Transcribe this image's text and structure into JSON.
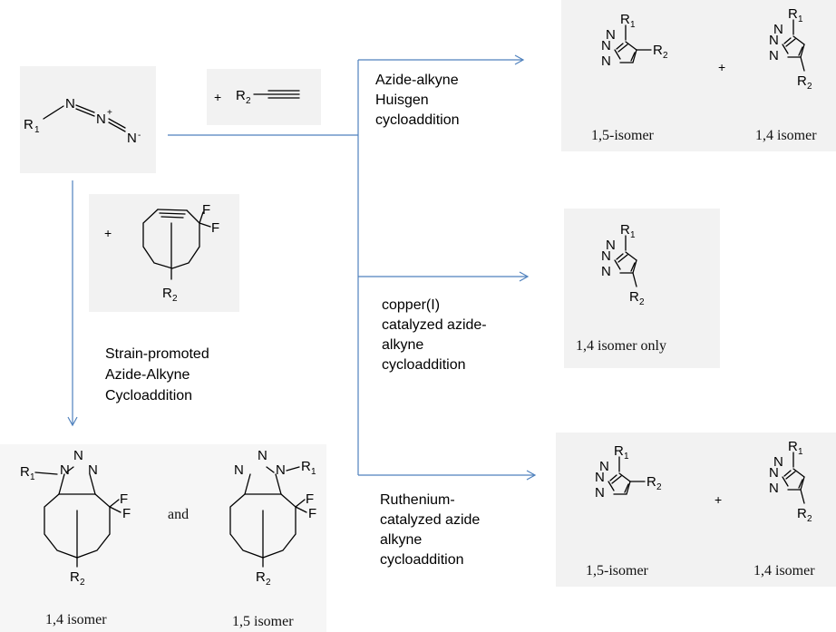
{
  "reagents": {
    "azide_sub": "1",
    "alkyne_sub": "2",
    "cyclooctyne_sub": "2",
    "plus": "+"
  },
  "reactions": {
    "huisgen": [
      "Azide-alkyne",
      "Huisgen",
      "cycloaddition"
    ],
    "copper": [
      "copper(I)",
      "catalyzed azide-",
      "alkyne",
      "cycloaddition"
    ],
    "ruthenium": [
      "Ruthenium-",
      "catalyzed azide",
      "alkyne",
      "cycloaddition"
    ],
    "spaac": [
      "Strain-promoted",
      "Azide-Alkyne",
      "Cycloaddition"
    ]
  },
  "products": {
    "huisgen_left": "1,5-isomer",
    "huisgen_right": "1,4 isomer",
    "copper": "1,4 isomer only",
    "ruthenium_left": "1,5-isomer",
    "ruthenium_right": "1,4 isomer",
    "spaac_left": "1,4 isomer",
    "spaac_right": "1,5 isomer",
    "spaac_and": "and"
  },
  "colors": {
    "arrow": "#4f81bd",
    "panel": "#f2f2f2"
  }
}
